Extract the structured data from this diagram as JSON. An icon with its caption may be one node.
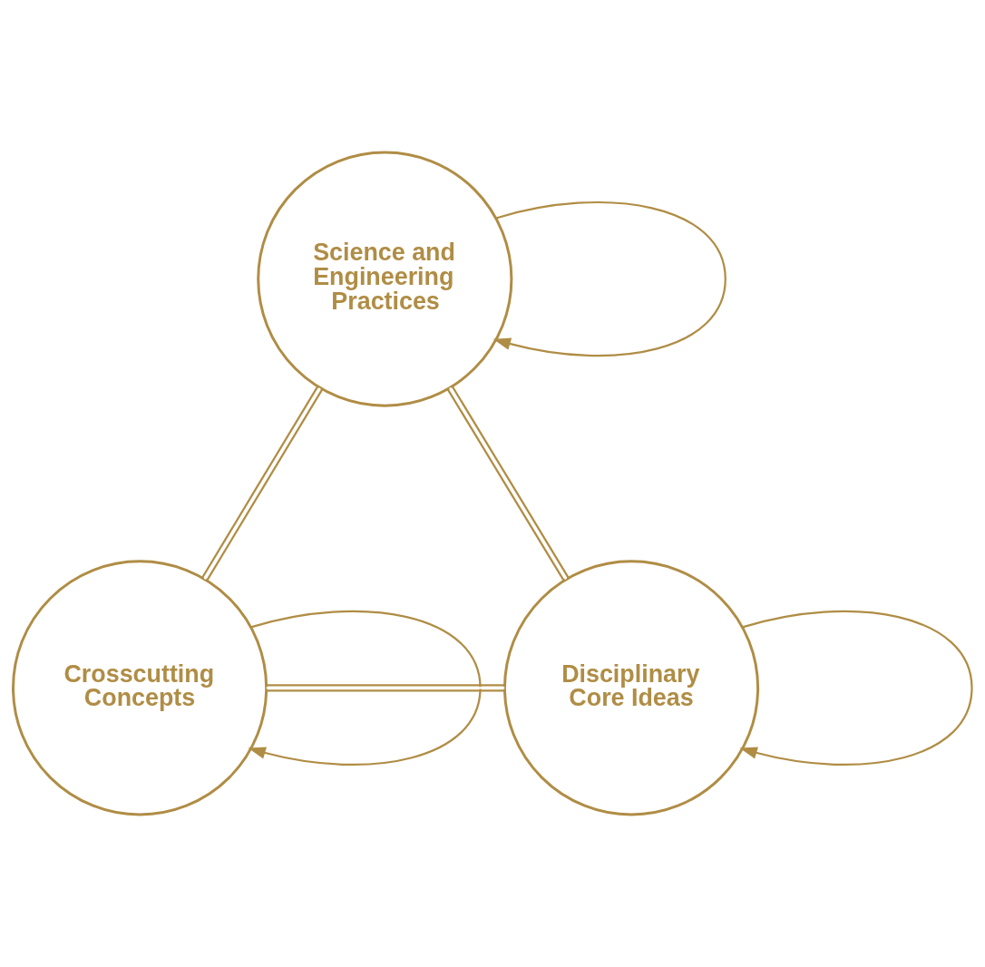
{
  "diagram": {
    "nodes": [
      {
        "text": [
          "Science and Engineering Practices"
        ]
      },
      {
        "text": [
          "Crosscutting Concepts"
        ]
      },
      {
        "text": [
          "Disciplinary Core Ideas"
        ]
      }
    ],
    "edges": [
      {
        "from": 0,
        "to": 0,
        "arrow": "to"
      },
      {
        "from": 1,
        "to": 1,
        "arrow": "to"
      },
      {
        "from": 2,
        "to": 2,
        "arrow": "to"
      },
      {
        "from": 0,
        "to": 1,
        "arrow": "none"
      },
      {
        "from": 0,
        "to": 2,
        "arrow": "none"
      },
      {
        "from": 1,
        "to": 2,
        "arrow": "none"
      }
    ]
  }
}
